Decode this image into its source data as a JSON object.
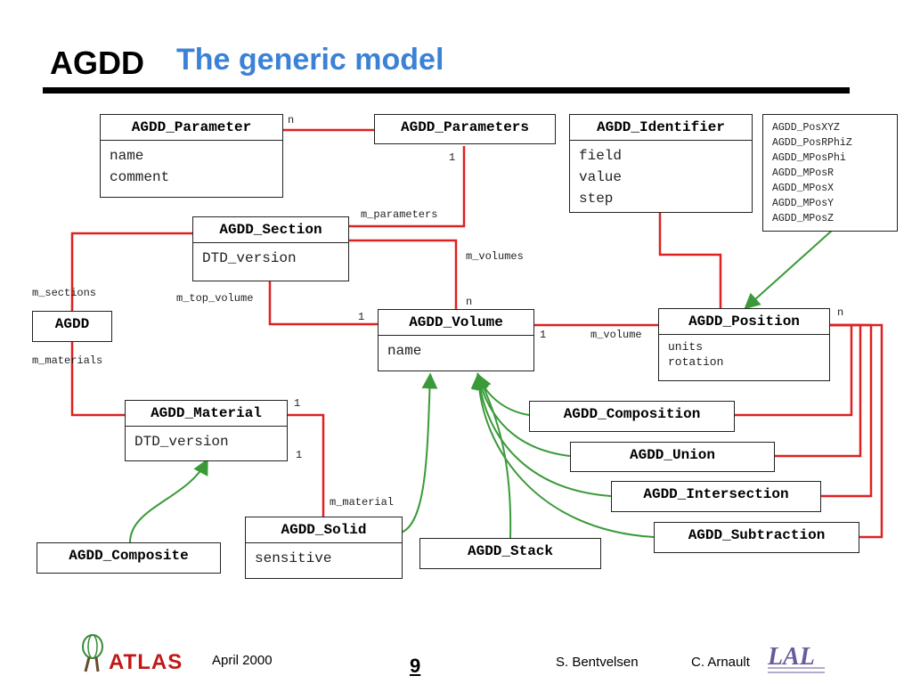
{
  "title": {
    "left": "AGDD",
    "right": "The generic model"
  },
  "boxes": {
    "parameter": {
      "name": "AGDD_Parameter",
      "fields": [
        "name",
        "comment"
      ]
    },
    "parameters": {
      "name": "AGDD_Parameters"
    },
    "identifier": {
      "name": "AGDD_Identifier",
      "fields": [
        "field",
        "value",
        "step"
      ]
    },
    "section": {
      "name": "AGDD_Section",
      "fields": [
        "DTD_version"
      ]
    },
    "agdd": {
      "name": "AGDD"
    },
    "volume": {
      "name": "AGDD_Volume",
      "fields": [
        "name"
      ]
    },
    "position": {
      "name": "AGDD_Position",
      "fields": [
        "units",
        "rotation"
      ]
    },
    "material": {
      "name": "AGDD_Material",
      "fields": [
        "DTD_version"
      ]
    },
    "composition": {
      "name": "AGDD_Composition"
    },
    "union": {
      "name": "AGDD_Union"
    },
    "intersection": {
      "name": "AGDD_Intersection"
    },
    "subtraction": {
      "name": "AGDD_Subtraction"
    },
    "solid": {
      "name": "AGDD_Solid",
      "fields": [
        "sensitive"
      ]
    },
    "stack": {
      "name": "AGDD_Stack"
    },
    "composite": {
      "name": "AGDD_Composite"
    }
  },
  "position_types": [
    "AGDD_PosXYZ",
    "AGDD_PosRPhiZ",
    "AGDD_MPosPhi",
    "AGDD_MPosR",
    "AGDD_MPosX",
    "AGDD_MPosY",
    "AGDD_MPosZ"
  ],
  "labels": {
    "n_params": "n",
    "one_params": "1",
    "m_parameters": "m_parameters",
    "m_volumes": "m_volumes",
    "n_volumes": "n",
    "m_sections": "m_sections",
    "m_top_volume": "m_top_volume",
    "one_top": "1",
    "one_vol": "1",
    "m_volume": "m_volume",
    "n_pos": "n",
    "m_materials": "m_materials",
    "one_mat_a": "1",
    "one_mat_b": "1",
    "m_material": "m_material"
  },
  "footer": {
    "logo_text": "ATLAS",
    "date": "April 2000",
    "page": "9",
    "author1": "S. Bentvelsen",
    "author2": "C. Arnault",
    "lab_logo_text": "LAL"
  },
  "colors": {
    "relation": "#dd2222",
    "inherit": "#3a9a3a",
    "title_blue": "#3b82d6"
  }
}
